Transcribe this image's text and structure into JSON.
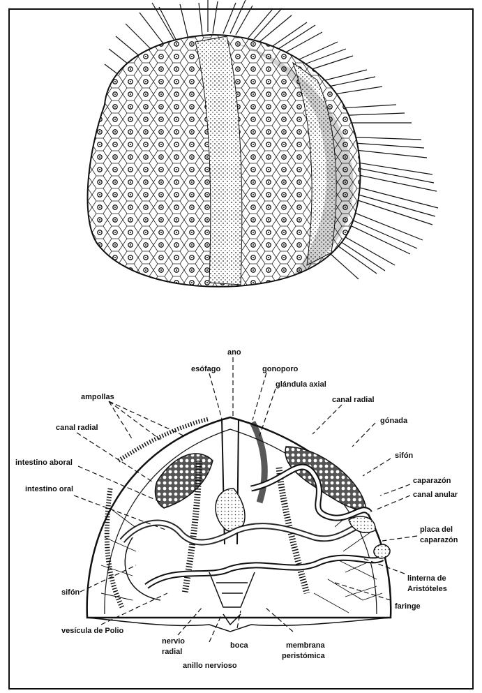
{
  "colors": {
    "ink": "#111111",
    "paper": "#ffffff"
  },
  "labels": {
    "ano": "ano",
    "esofago": "esófago",
    "gonoporo": "gonoporo",
    "glandula_axial": "glándula axial",
    "ampollas": "ampollas",
    "canal_radial_top": "canal radial",
    "canal_radial_left": "canal radial",
    "gonada": "gónada",
    "sifon_right": "sifón",
    "intestino_aboral": "intestino aboral",
    "caparazon": "caparazón",
    "canal_anular": "canal anular",
    "intestino_oral": "intestino oral",
    "placa_del": "placa del",
    "caparazon2": "caparazón",
    "sifon_left": "sifón",
    "linterna_de": "linterna de",
    "aristoteles": "Aristóteles",
    "faringe": "faringe",
    "vesicula_de_polio": "vesícula de Polio",
    "nervio": "nervio",
    "radial": "radial",
    "boca": "boca",
    "anillo_nervioso": "anillo nervioso",
    "membrana": "membrana",
    "peristomica": "peristómica"
  }
}
